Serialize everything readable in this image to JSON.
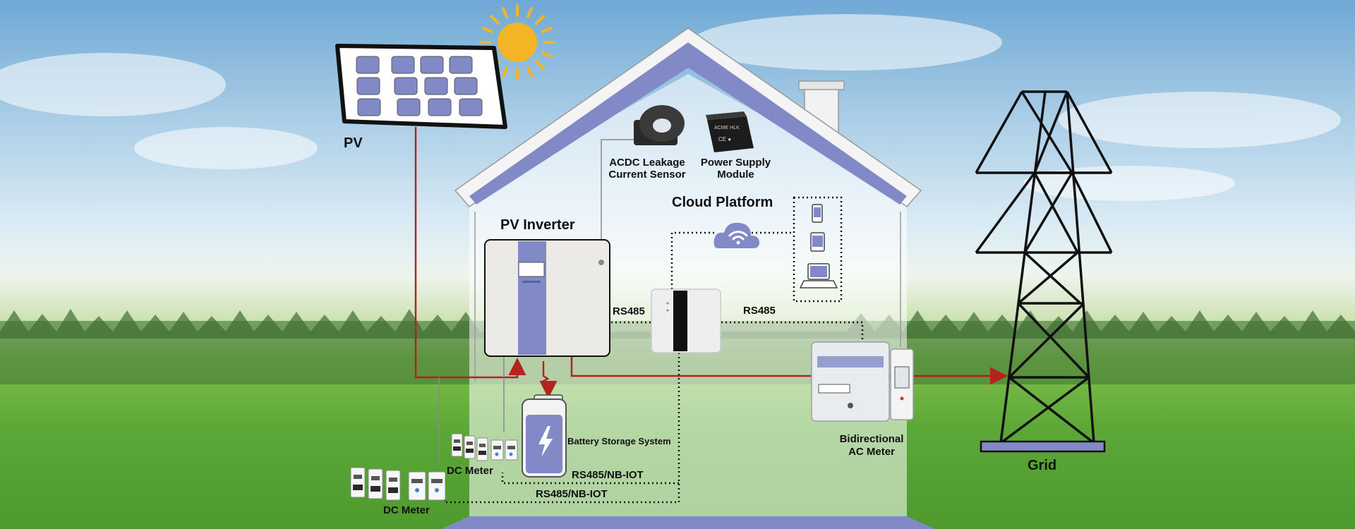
{
  "labels": {
    "pv": "PV",
    "pv_inverter": "PV Inverter",
    "acdc_sensor": "ACDC Leakage Current Sensor",
    "power_supply": "Power Supply Module",
    "cloud_platform": "Cloud Platform",
    "rs485_left": "RS485",
    "rs485_right": "RS485",
    "battery": "Battery Storage System",
    "dc_meter_upper": "DC Meter",
    "dc_meter_lower": "DC Meter",
    "rs485_nbiot_upper": "RS485/NB-IOT",
    "rs485_nbiot_lower": "RS485/NB-IOT",
    "ac_meter": "Bidirectional AC Meter",
    "grid": "Grid"
  },
  "colors": {
    "accent_purple": "#8189c7",
    "power_line": "#b3241e",
    "sun": "#f3b526"
  },
  "icons": [
    "sun-icon",
    "wifi-cloud-icon",
    "phone-icon",
    "tablet-icon",
    "laptop-icon",
    "battery-icon",
    "lightning-icon",
    "transmission-tower-icon"
  ]
}
